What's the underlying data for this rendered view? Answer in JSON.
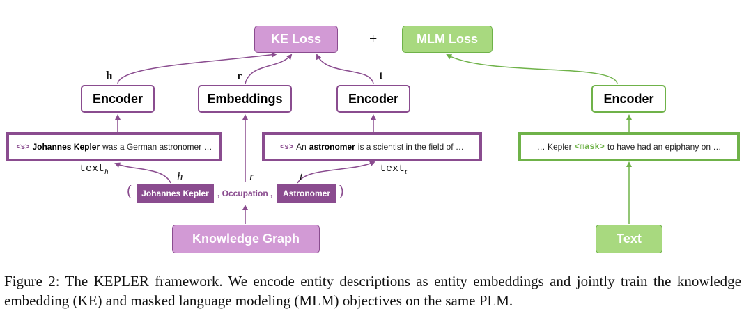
{
  "losses": {
    "ke": "KE Loss",
    "plus": "+",
    "mlm": "MLM Loss"
  },
  "encoders": {
    "head": "Encoder",
    "relation": "Embeddings",
    "tail": "Encoder",
    "mlm": "Encoder"
  },
  "vector_labels": {
    "h": "h",
    "r": "r",
    "t": "t"
  },
  "descriptions": {
    "head": {
      "token": "<s>",
      "entity": "Johannes Kepler",
      "rest": "was a German astronomer …"
    },
    "tail": {
      "token": "<s>",
      "prefix": "An",
      "entity": "astronomer",
      "rest": "is a scientist in the field of  …"
    },
    "mlm": {
      "prefix": "… Kepler",
      "mask": "<mask>",
      "rest": "to have had an epiphany on …"
    }
  },
  "text_labels": {
    "head_base": "text",
    "head_sub": "h",
    "tail_base": "text",
    "tail_sub": "t"
  },
  "triple": {
    "open": "(",
    "head": "Johannes Kepler",
    "relation": ", Occupation ,",
    "tail": "Astronomer",
    "close": ")",
    "h_label": "h",
    "r_label": "r",
    "t_label": "t"
  },
  "sources": {
    "kg": "Knowledge Graph",
    "text": "Text"
  },
  "colors": {
    "ke_purple": "#8a4c8f",
    "ke_fill": "#d29ad5",
    "mlm_green": "#6fb249",
    "mlm_fill": "#a8d97f"
  },
  "caption": "Figure 2: The KEPLER framework. We encode entity descriptions as entity embeddings and jointly train the knowledge embedding (KE) and masked language modeling (MLM) objectives on the same PLM."
}
